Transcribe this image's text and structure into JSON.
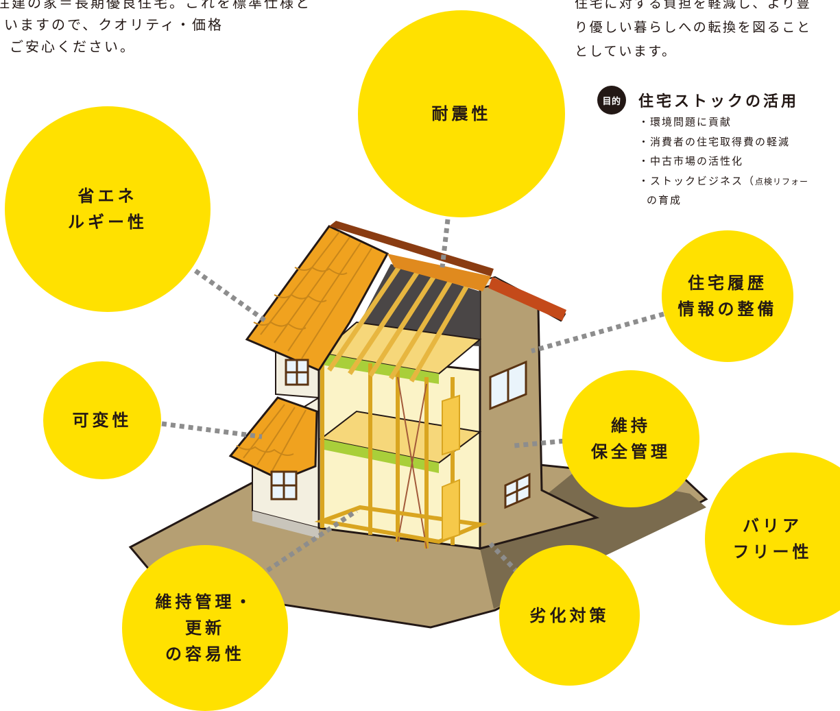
{
  "intro_text": {
    "lines": [
      "住建の家＝長期優良住宅。これを標準仕様と",
      "いますので、クオリティ・価格",
      "ご安心ください。"
    ]
  },
  "aim_text": {
    "lines": [
      "住宅に対する負担を軽減し、より豊",
      "り優しい暮らしへの転換を図ること",
      "としています。"
    ]
  },
  "purpose": {
    "badge": "目的",
    "title": "住宅ストックの活用",
    "items": [
      "・環境問題に貢献",
      "・消費者の住宅取得費の軽減",
      "・中古市場の活性化"
    ],
    "last_item_main": "・ストックビジネス（",
    "last_item_small": "点検リフォー",
    "last_item_cont": "の育成"
  },
  "features": {
    "seismic": [
      "耐震性"
    ],
    "energy": [
      "省エネ",
      "ルギー性"
    ],
    "history": [
      "住宅履歴",
      "情報の整備"
    ],
    "variable": [
      "可変性"
    ],
    "maintenance": [
      "維持",
      "保全管理"
    ],
    "barrier_free": [
      "バリア",
      "フリー性"
    ],
    "ease_update": [
      "維持管理・",
      "更新",
      "の容易性"
    ],
    "deterioration": [
      "劣化対策"
    ]
  },
  "colors": {
    "bubble": "#ffe100",
    "ground": "#b59f73",
    "ground_shadow": "#7a6b4e",
    "roof_tile": "#f0a21f",
    "roof_ridge": "#8a3c12",
    "frame": "#f2c94c",
    "wall": "#f3efe0",
    "side_wall": "#b59f73",
    "connector": "#8d8d8d",
    "text": "#231815"
  }
}
